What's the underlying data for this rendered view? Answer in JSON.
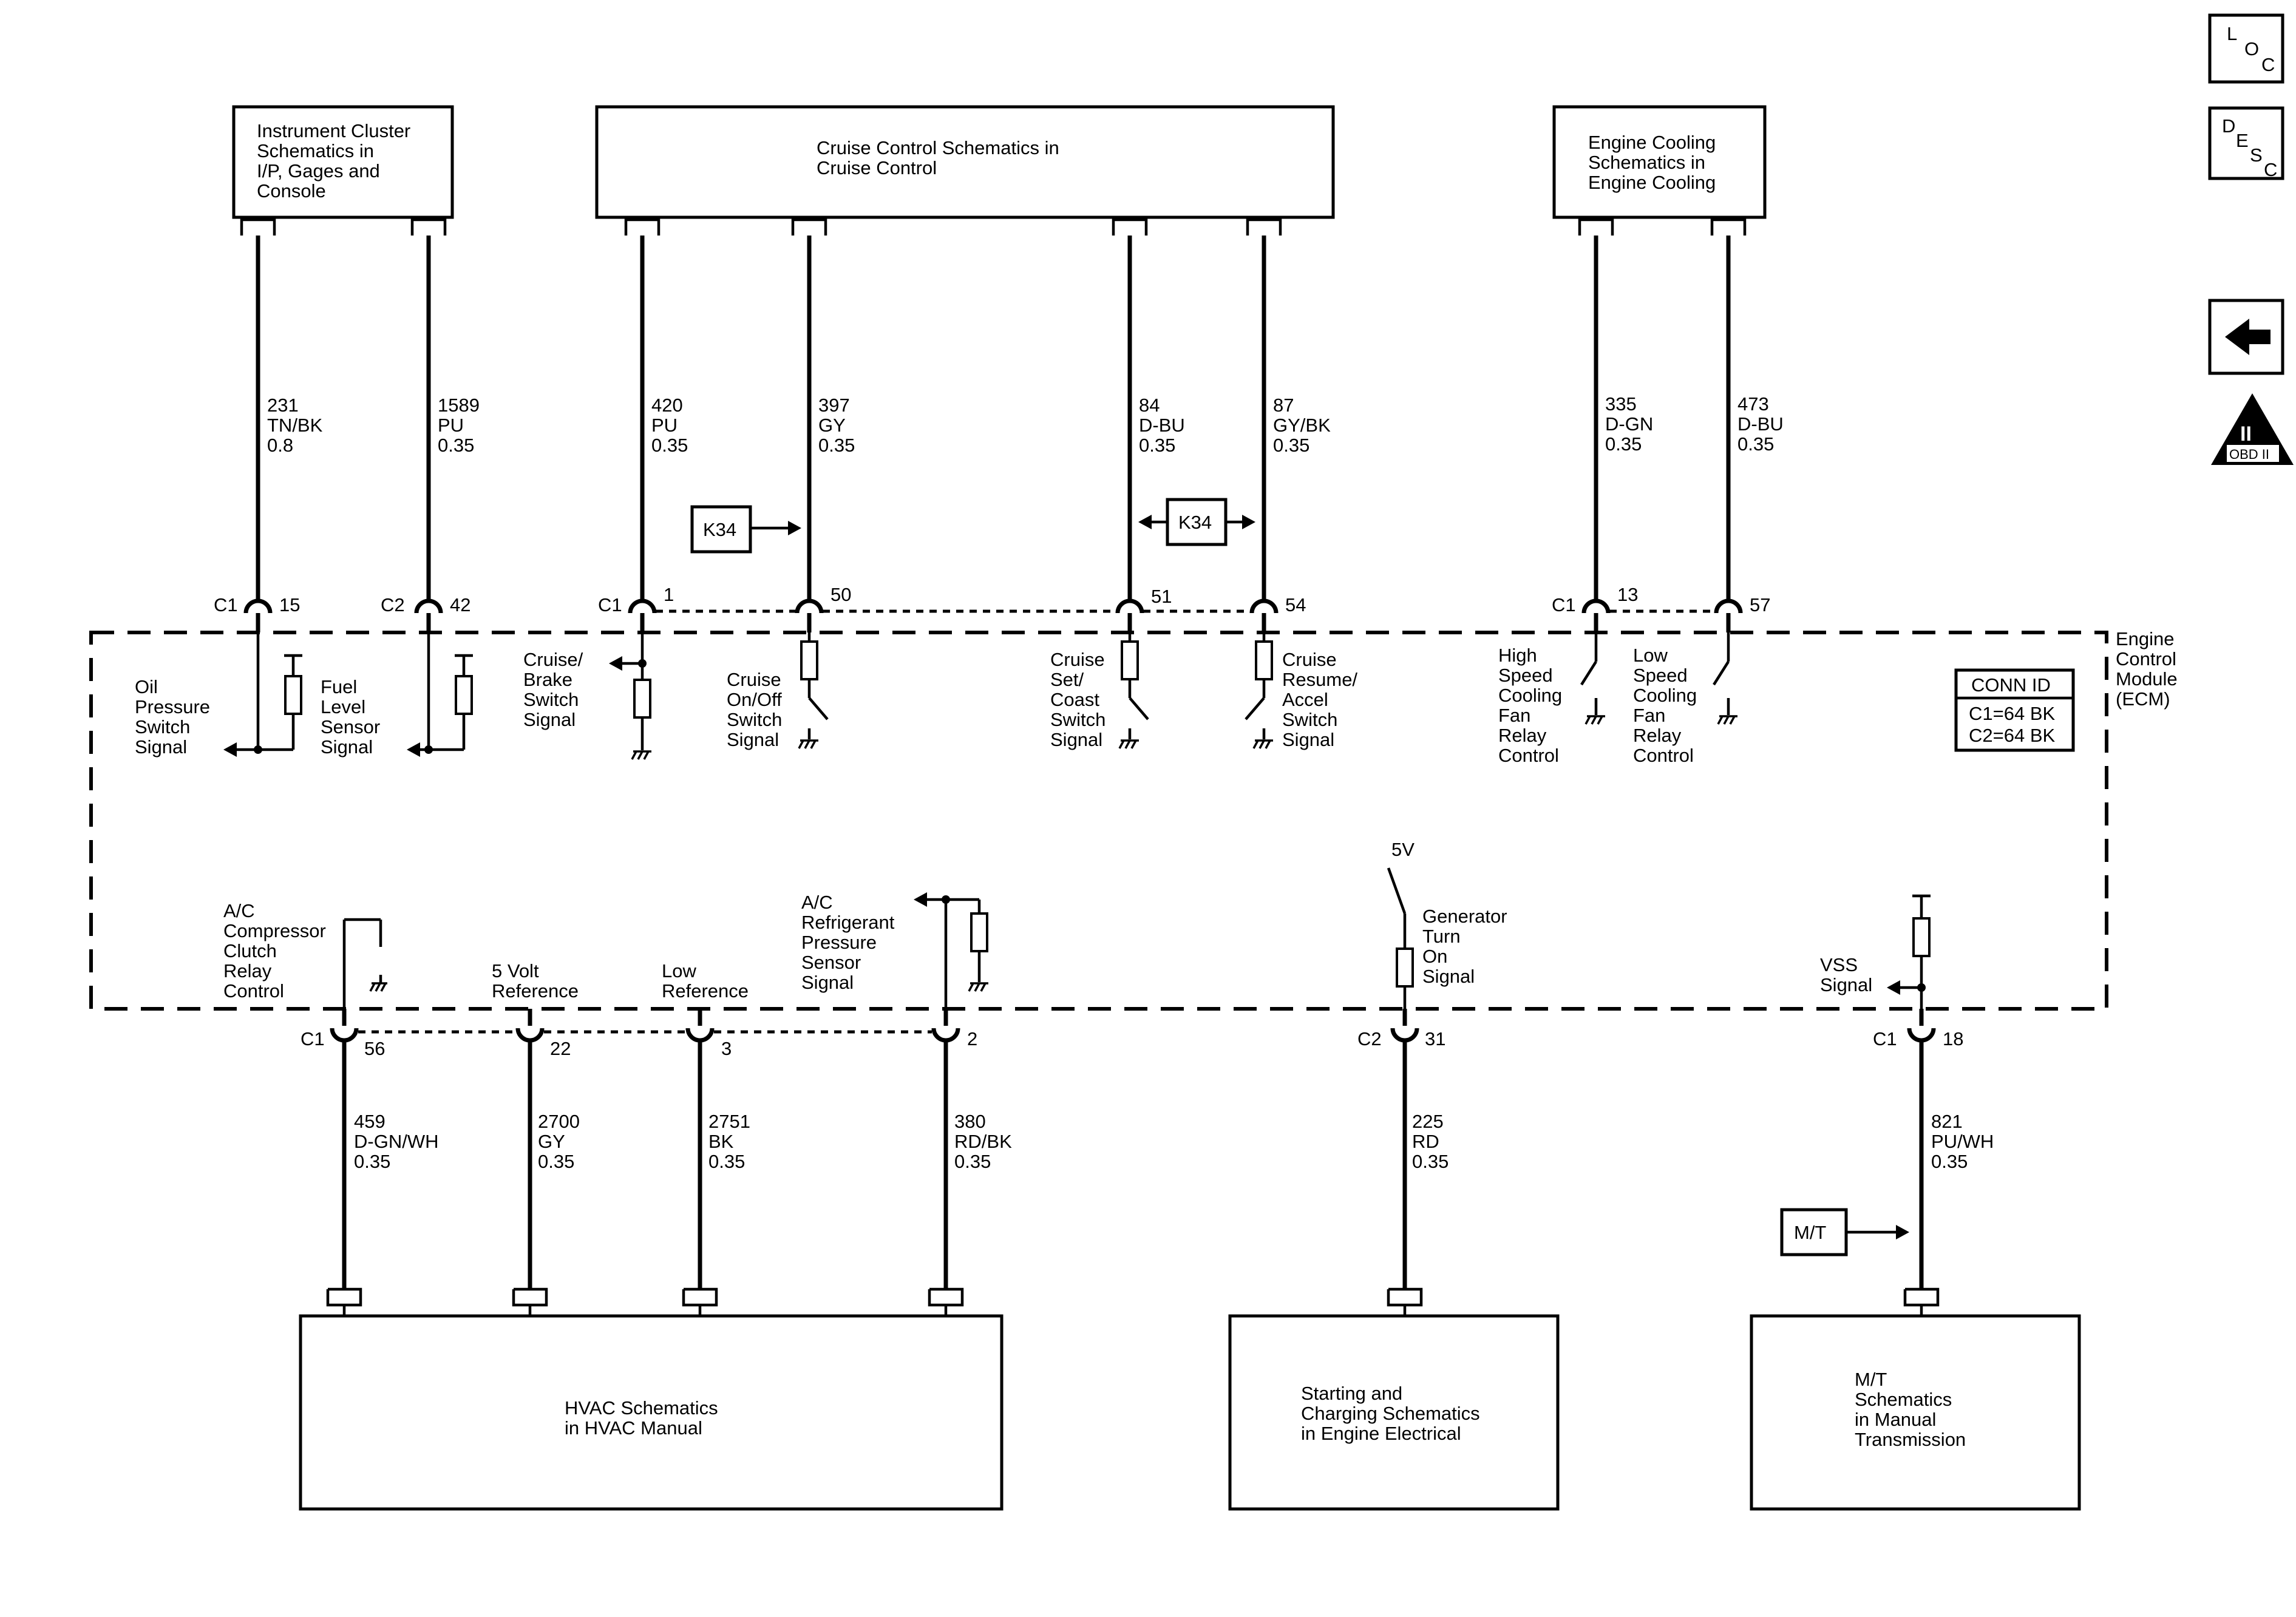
{
  "module": {
    "name_lines": [
      "Engine",
      "Control",
      "Module",
      "(ECM)"
    ],
    "conn_id_title": "CONN ID",
    "conn_id_lines": [
      "C1=64 BK",
      "C2=64 BK"
    ]
  },
  "boxes": {
    "instrument_cluster": [
      "Instrument Cluster",
      "Schematics in",
      "I/P, Gages and",
      "Console"
    ],
    "cruise_control": [
      "Cruise Control Schematics in",
      "Cruise Control"
    ],
    "engine_cooling": [
      "Engine Cooling",
      "Schematics in",
      "Engine Cooling"
    ],
    "hvac": [
      "HVAC Schematics",
      "in HVAC Manual"
    ],
    "starting_charging": [
      "Starting and",
      "Charging Schematics",
      "in Engine Electrical"
    ],
    "mt": [
      "M/T",
      "Schematics",
      "in Manual",
      "Transmission"
    ]
  },
  "top_wires": [
    {
      "circuit": "231",
      "color": "TN/BK",
      "gauge": "0.8",
      "connector": "C1",
      "pin": "15"
    },
    {
      "circuit": "1589",
      "color": "PU",
      "gauge": "0.35",
      "connector": "C2",
      "pin": "42"
    },
    {
      "circuit": "420",
      "color": "PU",
      "gauge": "0.35",
      "connector": "C1",
      "pin": "1"
    },
    {
      "circuit": "397",
      "color": "GY",
      "gauge": "0.35",
      "connector": "",
      "pin": "50"
    },
    {
      "circuit": "84",
      "color": "D-BU",
      "gauge": "0.35",
      "connector": "",
      "pin": "51"
    },
    {
      "circuit": "87",
      "color": "GY/BK",
      "gauge": "0.35",
      "connector": "",
      "pin": "54"
    },
    {
      "circuit": "335",
      "color": "D-GN",
      "gauge": "0.35",
      "connector": "C1",
      "pin": "13"
    },
    {
      "circuit": "473",
      "color": "D-BU",
      "gauge": "0.35",
      "connector": "",
      "pin": "57"
    }
  ],
  "bottom_wires": [
    {
      "circuit": "459",
      "color": "D-GN/WH",
      "gauge": "0.35",
      "connector": "C1",
      "pin": "56"
    },
    {
      "circuit": "2700",
      "color": "GY",
      "gauge": "0.35",
      "connector": "",
      "pin": "22"
    },
    {
      "circuit": "2751",
      "color": "BK",
      "gauge": "0.35",
      "connector": "",
      "pin": "3"
    },
    {
      "circuit": "380",
      "color": "RD/BK",
      "gauge": "0.35",
      "connector": "",
      "pin": "2"
    },
    {
      "circuit": "225",
      "color": "RD",
      "gauge": "0.35",
      "connector": "C2",
      "pin": "31"
    },
    {
      "circuit": "821",
      "color": "PU/WH",
      "gauge": "0.35",
      "connector": "C1",
      "pin": "18"
    }
  ],
  "signals": {
    "oil_pressure": [
      "Oil",
      "Pressure",
      "Switch",
      "Signal"
    ],
    "fuel_level": [
      "Fuel",
      "Level",
      "Sensor",
      "Signal"
    ],
    "cruise_brake": [
      "Cruise/",
      "Brake",
      "Switch",
      "Signal"
    ],
    "cruise_onoff": [
      "Cruise",
      "On/Off",
      "Switch",
      "Signal"
    ],
    "cruise_set": [
      "Cruise",
      "Set/",
      "Coast",
      "Switch",
      "Signal"
    ],
    "cruise_resume": [
      "Cruise",
      "Resume/",
      "Accel",
      "Switch",
      "Signal"
    ],
    "high_speed_fan": [
      "High",
      "Speed",
      "Cooling",
      "Fan",
      "Relay",
      "Control"
    ],
    "low_speed_fan": [
      "Low",
      "Speed",
      "Cooling",
      "Fan",
      "Relay",
      "Control"
    ],
    "ac_clutch": [
      "A/C",
      "Compressor",
      "Clutch",
      "Relay",
      "Control"
    ],
    "five_volt_ref": [
      "5 Volt",
      "Reference"
    ],
    "low_ref": [
      "Low",
      "Reference"
    ],
    "ac_pressure": [
      "A/C",
      "Refrigerant",
      "Pressure",
      "Sensor",
      "Signal"
    ],
    "generator": [
      "Generator",
      "Turn",
      "On",
      "Signal"
    ],
    "generator_supply": "5V",
    "vss": [
      "VSS",
      "Signal"
    ]
  },
  "option_tags": {
    "k34_a": "K34",
    "k34_b": "K34",
    "mt": "M/T"
  },
  "side_icons": {
    "loc": [
      "L",
      "O",
      "C"
    ],
    "desc": [
      "D",
      "E",
      "S",
      "C"
    ],
    "obd": [
      "II",
      "OBD II"
    ]
  }
}
